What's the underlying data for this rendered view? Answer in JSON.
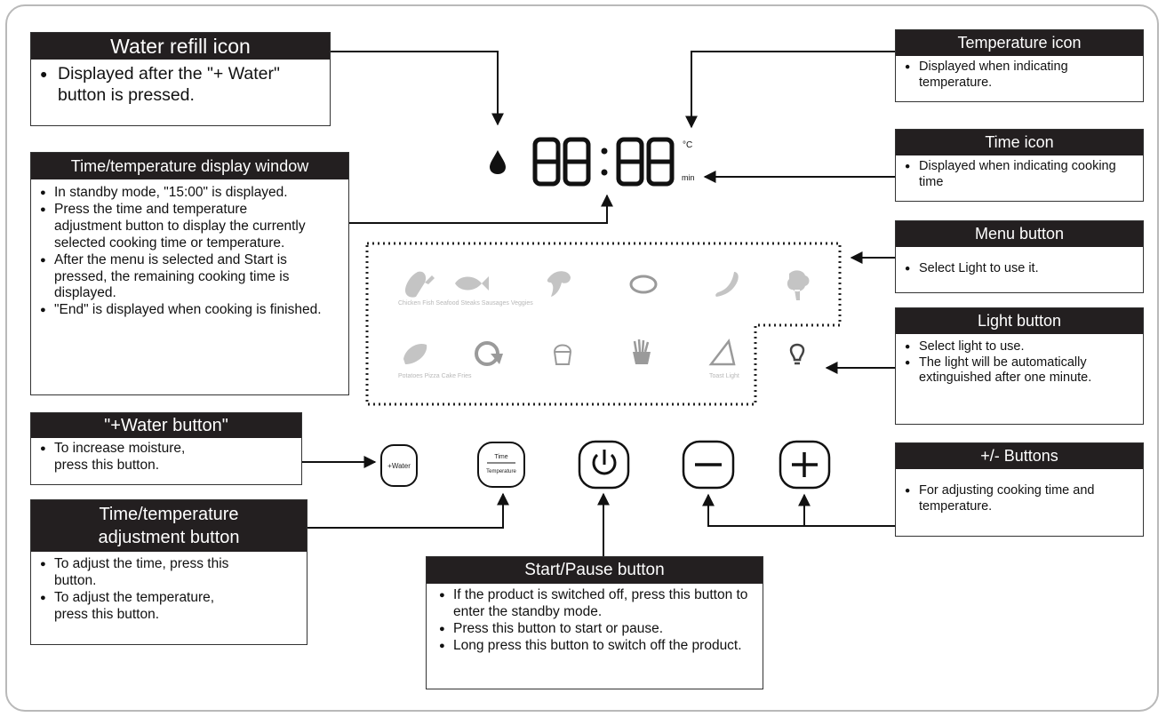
{
  "water_refill": {
    "title": "Water refill icon",
    "items": [
      "Displayed after the \"+ Water\" button is pressed."
    ]
  },
  "display_window": {
    "title": "Time/temperature display window",
    "items": [
      "In standby mode, \"15:00\" is displayed.",
      "Press the time and temperature adjustment button to display the currently selected cooking time or temperature.",
      "After the menu is selected and Start is pressed, the remaining cooking time is displayed.",
      "\"End\" is displayed when cooking is finished."
    ]
  },
  "water_button": {
    "title": "\"+Water button\"",
    "items": [
      "To increase moisture, press this button."
    ]
  },
  "time_temp_button": {
    "title": "Time/temperature adjustment button",
    "items": [
      "To adjust the time, press this button.",
      "To adjust the temperature, press this button."
    ]
  },
  "start_pause": {
    "title": "Start/Pause button",
    "items": [
      "If the product is switched off, press this button to enter the standby mode.",
      "Press this button to start or pause.",
      "Long press this button to switch off the product."
    ]
  },
  "temperature_icon": {
    "title": "Temperature icon",
    "items": [
      "Displayed when indicating temperature."
    ]
  },
  "time_icon": {
    "title": "Time icon",
    "items": [
      "Displayed when indicating cooking time"
    ]
  },
  "menu_button": {
    "title": "Menu button",
    "items": [
      "Select Light to use it."
    ]
  },
  "light_button": {
    "title": "Light button",
    "items": [
      "Select light to use.",
      "The light will be automatically extinguished after one minute."
    ]
  },
  "plus_minus": {
    "title": "+/- Buttons",
    "items": [
      "For adjusting cooking time and temperature."
    ]
  },
  "panel": {
    "display_digits": "88:88",
    "celsius_unit": "°C",
    "min_unit": "min",
    "menu_row1_labels": "Chicken Fish Seafood Steaks Sausages Veggies",
    "menu_row2_labels": "Potatoes Pizza Cake Fries",
    "menu_row2_right_labels": "Toast Light",
    "water_btn_label": "+Water",
    "time_label": "Time",
    "temperature_label": "Temperature"
  },
  "colors": {
    "header_bg": "#231f20",
    "frame": "#b9b9b9",
    "menu_icon": "#c4c4c4"
  }
}
